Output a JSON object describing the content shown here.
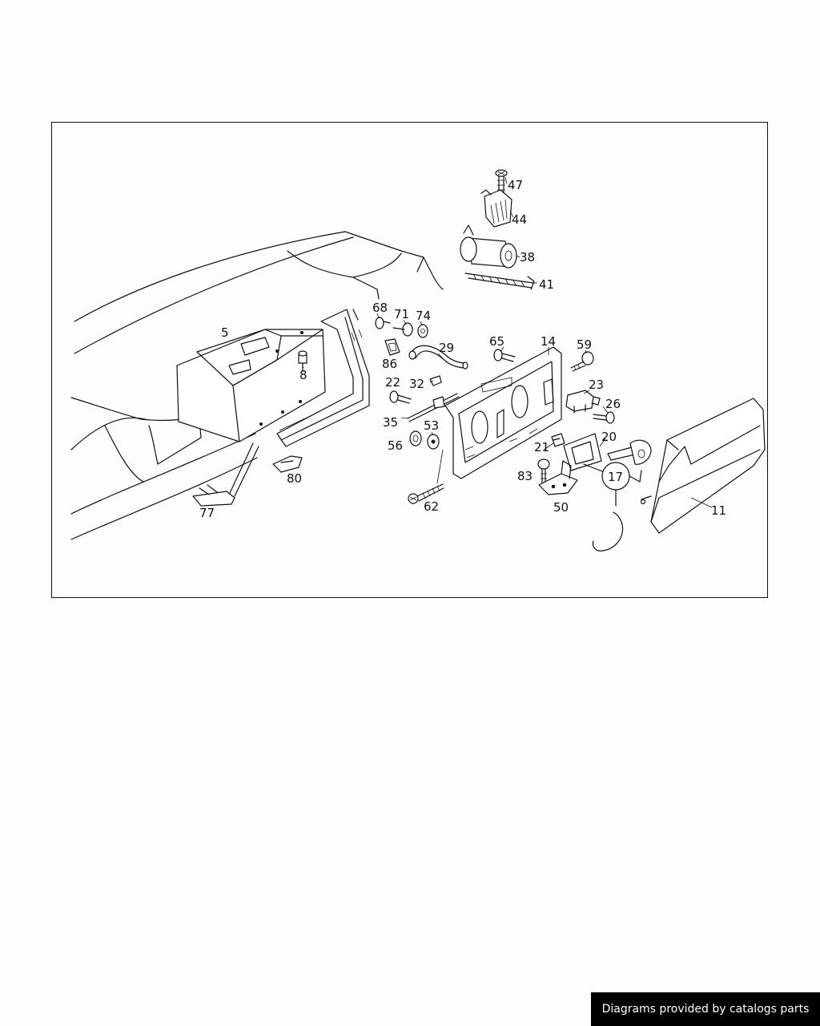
{
  "diagram": {
    "callouts": [
      {
        "id": "c47",
        "text": "47"
      },
      {
        "id": "c44",
        "text": "44"
      },
      {
        "id": "c38",
        "text": "38"
      },
      {
        "id": "c41",
        "text": "41"
      },
      {
        "id": "c68",
        "text": "68"
      },
      {
        "id": "c71",
        "text": "71"
      },
      {
        "id": "c74",
        "text": "74"
      },
      {
        "id": "c5",
        "text": "5"
      },
      {
        "id": "c8",
        "text": "8"
      },
      {
        "id": "c86",
        "text": "86"
      },
      {
        "id": "c29",
        "text": "29"
      },
      {
        "id": "c65",
        "text": "65"
      },
      {
        "id": "c14",
        "text": "14"
      },
      {
        "id": "c59",
        "text": "59"
      },
      {
        "id": "c22",
        "text": "22"
      },
      {
        "id": "c32",
        "text": "32"
      },
      {
        "id": "c23",
        "text": "23"
      },
      {
        "id": "c26",
        "text": "26"
      },
      {
        "id": "c35",
        "text": "35"
      },
      {
        "id": "c53",
        "text": "53"
      },
      {
        "id": "c20",
        "text": "20"
      },
      {
        "id": "c56",
        "text": "56"
      },
      {
        "id": "c21",
        "text": "21"
      },
      {
        "id": "c17",
        "text": "17"
      },
      {
        "id": "c83",
        "text": "83"
      },
      {
        "id": "c80",
        "text": "80"
      },
      {
        "id": "c11",
        "text": "11"
      },
      {
        "id": "c62",
        "text": "62"
      },
      {
        "id": "c50",
        "text": "50"
      },
      {
        "id": "c77",
        "text": "77"
      }
    ]
  },
  "footer": {
    "credit": "Diagrams provided by catalogs parts"
  }
}
